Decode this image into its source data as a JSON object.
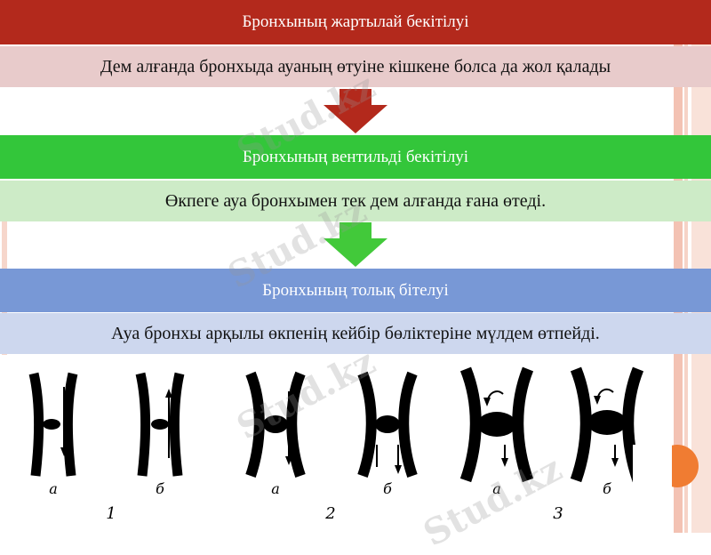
{
  "sections": [
    {
      "header": "Бронхының жартылай бекітілуі",
      "description": "Дем алғанда бронхыда ауаның өтуіне кішкене болса да жол қалады",
      "header_color": "#b3291c",
      "description_color": "#e8cbcb"
    },
    {
      "header": "Бронхының вентильді бекітілуі",
      "description": "Өкпеге ауа бронхымен тек дем алғанда ғана өтеді.",
      "header_color": "#33c63a",
      "description_color": "#cdebc7"
    },
    {
      "header": "Бронхының толық бітелуі",
      "description": "Ауа бронхы арқылы өкпенің кейбір бөліктеріне мүлдем өтпейді.",
      "header_color": "#7898d6",
      "description_color": "#cdd7ee"
    }
  ],
  "arrows": {
    "first_color": "#b3291c",
    "second_color": "#42c93a"
  },
  "watermark": "Stud.kz",
  "figure": {
    "panel_labels": [
      "а",
      "б",
      "а",
      "б",
      "а",
      "б"
    ],
    "group_numbers": [
      "1",
      "2",
      "3"
    ]
  }
}
